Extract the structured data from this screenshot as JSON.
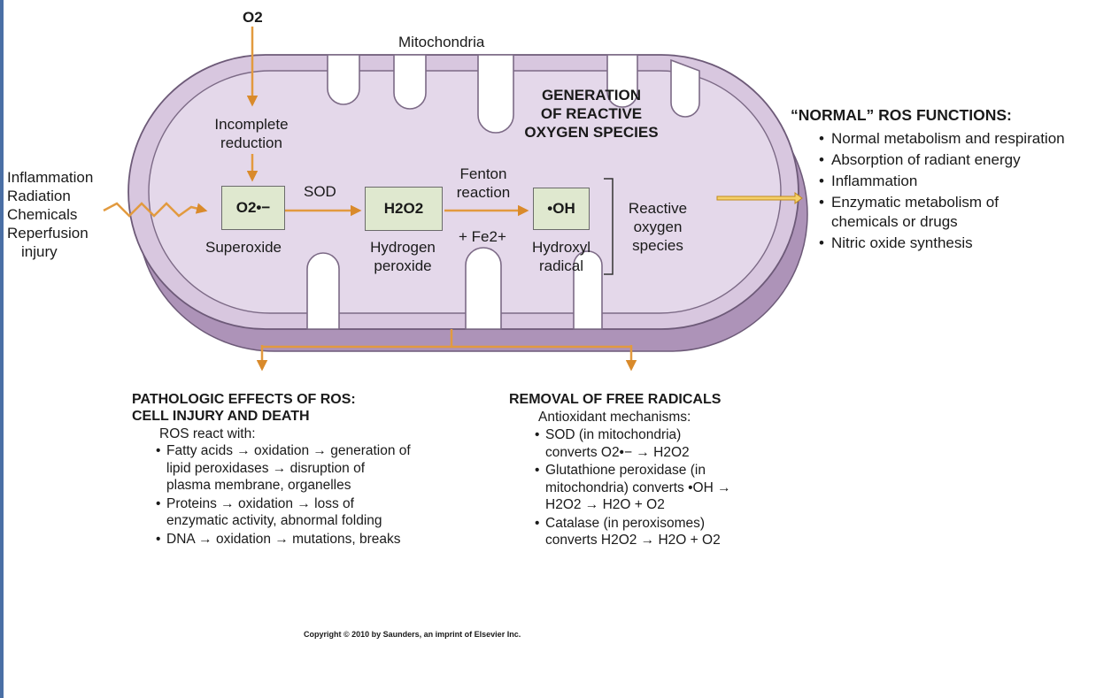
{
  "labels": {
    "o2_top": "O2",
    "mitochondria": "Mitochondria",
    "generation_title": [
      "GENERATION",
      "OF REACTIVE",
      "OXYGEN SPECIES"
    ],
    "incomplete": [
      "Incomplete",
      "reduction"
    ],
    "stressors": [
      "Inflammation",
      "Radiation",
      "Chemicals",
      "Reperfusion",
      "injury"
    ],
    "sod": "SOD",
    "fenton": [
      "Fenton",
      "reaction"
    ],
    "fe": "+ Fe2+",
    "superoxide": "Superoxide",
    "hydrogen_peroxide": [
      "Hydrogen",
      "peroxide"
    ],
    "hydroxyl_radical": [
      "Hydroxyl",
      "radical"
    ],
    "ros_label": [
      "Reactive",
      "oxygen",
      "species"
    ]
  },
  "boxes": {
    "superoxide": "O2•−",
    "h2o2": "H2O2",
    "oh": "•OH"
  },
  "normal_functions": {
    "heading": "“NORMAL” ROS FUNCTIONS:",
    "items": [
      "Normal metabolism and respiration",
      "Absorption of radiant energy",
      "Inflammation",
      "Enzymatic metabolism of chemicals or drugs",
      "Nitric oxide synthesis"
    ]
  },
  "pathologic": {
    "heading": [
      "PATHOLOGIC EFFECTS OF ROS:",
      "CELL INJURY AND DEATH"
    ],
    "intro": "ROS react with:",
    "items": [
      "Fatty acids → oxidation → generation of lipid peroxidases → disruption of plasma membrane, organelles",
      "Proteins → oxidation → loss of enzymatic activity, abnormal folding",
      "DNA → oxidation → mutations, breaks"
    ]
  },
  "removal": {
    "heading": "REMOVAL OF FREE RADICALS",
    "intro": "Antioxidant mechanisms:",
    "items": [
      "SOD (in mitochondria) converts O2•− → H2O2",
      "Glutathione peroxidase (in mitochondria) converts •OH → H2O2 → H2O + O2",
      "Catalase (in peroxisomes) converts H2O2 → H2O + O2"
    ]
  },
  "copyright": "Copyright © 2010 by Saunders, an imprint of Elsevier Inc.",
  "colors": {
    "membrane_fill": "#d8c7df",
    "membrane_shadow": "#ad93b8",
    "arrow": "#e29a3f",
    "box_fill": "#dfe8cf",
    "page_border": "#4a6fa5"
  },
  "icons": [
    "arrow-icon",
    "zigzag-arrow-icon",
    "bracket-icon"
  ]
}
